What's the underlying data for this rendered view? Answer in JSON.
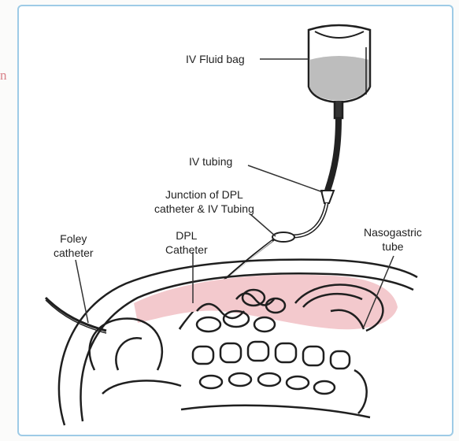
{
  "margin_fragment": "n",
  "labels": {
    "iv_fluid_bag": "IV Fluid bag",
    "iv_tubing": "IV tubing",
    "junction_line1": "Junction of DPL",
    "junction_line2": "catheter & IV Tubing",
    "dpl_line1": "DPL",
    "dpl_line2": "Catheter",
    "foley_line1": "Foley",
    "foley_line2": "catheter",
    "ng_line1": "Nasogastric",
    "ng_line2": "tube"
  },
  "colors": {
    "frame_border": "#9ecbe6",
    "fluid": "#bdbdbd",
    "tissue_pink": "#f3c9cd",
    "outline": "#1f1f1f",
    "margin_text": "#d9838a"
  }
}
